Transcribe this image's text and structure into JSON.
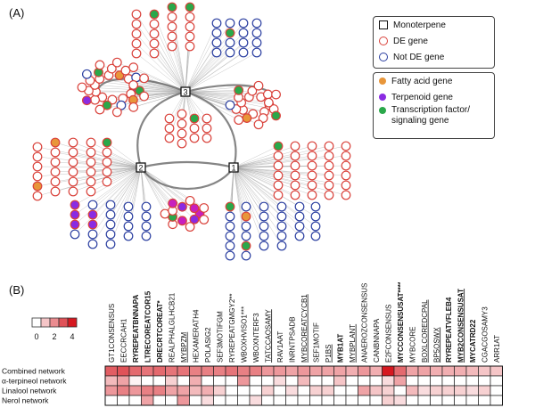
{
  "panels": {
    "a": "(A)",
    "b": "(B)"
  },
  "legend_nodes": [
    {
      "label": "Monoterpene",
      "shape": "square",
      "color": "#111111"
    },
    {
      "label": "DE gene",
      "shape": "ring",
      "color": "#d9413a"
    },
    {
      "label": "Not DE gene",
      "shape": "ring",
      "color": "#2a3ea0"
    }
  ],
  "legend_classes": [
    {
      "label": "Fatty acid gene",
      "color": "#e8963a"
    },
    {
      "label": "Terpenoid gene",
      "color": "#8a2be2"
    },
    {
      "label": "Transcription factor/ signaling gene",
      "color": "#2aa84a"
    }
  ],
  "hubs": [
    "1",
    "2",
    "3"
  ],
  "colors": {
    "de": "#d9413a",
    "notde": "#2a3ea0",
    "fatty": "#e8963a",
    "terpenoid": "#8a2be2",
    "tf": "#2aa84a",
    "magenta": "#c71fbf",
    "edge": "#999999",
    "hub_edge": "#666666"
  },
  "scale": {
    "ticks": [
      "0",
      "2",
      "4"
    ],
    "min": 0,
    "max": 4
  },
  "chart_data": {
    "type": "heatmap",
    "columns": [
      "GT1CONSENSUS",
      "EECCRCAH1",
      "RYREPEATBNNAPA",
      "LTRECOREATCOR15",
      "DRECRTCOREAT*",
      "REALPHALGLHCB21",
      "MYBPZM",
      "HEXAMERATH4",
      "POLASIG2",
      "SEF3MOTIFGM",
      "RYREPEATGMGY2**",
      "WBOXHVISO1***",
      "WBOXNTERF3",
      "TATCCAOSAMY",
      "RAV1AAT",
      "INRNTPSADB",
      "MYBCOREATCYCB1",
      "SEF1MOTIF",
      "P1BS",
      "MYB1AT",
      "MYBPLANT",
      "ANAEROZCONSENSUS",
      "CANBNNAPA",
      "E2FCONSENSUS",
      "MYCCONSENSUSAT****",
      "MYBCORE",
      "BOXLCOREDCPAL",
      "BP5OSWX",
      "RYREPEATVFLEB4",
      "MYB2CONSENSUSAT",
      "MYCATRD22",
      "CGACGOSAMY3",
      "ARR1AT"
    ],
    "bold_columns": [
      2,
      3,
      4,
      19,
      24,
      28,
      29,
      30
    ],
    "underlined_columns": [
      6,
      13,
      16,
      18,
      20,
      26,
      27,
      29
    ],
    "rows": [
      "Combined network",
      "α-terpineol network",
      "Linalool network",
      "Nerol network"
    ],
    "values": [
      [
        2.8,
        3.0,
        2.6,
        2.4,
        2.6,
        2.4,
        2.4,
        2.2,
        2.2,
        2.2,
        2.4,
        2.2,
        2.2,
        1.8,
        1.8,
        1.6,
        1.8,
        1.6,
        1.6,
        1.6,
        1.4,
        1.8,
        1.4,
        4.0,
        2.6,
        1.6,
        1.6,
        1.4,
        1.4,
        1.4,
        1.2,
        1.0,
        1.0
      ],
      [
        1.2,
        1.6,
        0.2,
        0,
        0,
        0.8,
        0,
        1.4,
        0,
        0,
        0,
        1.8,
        0,
        0,
        0.6,
        0,
        1.2,
        0,
        0,
        1.0,
        0,
        0,
        0,
        0.6,
        1.6,
        0,
        0,
        0,
        0,
        0,
        0,
        0,
        0
      ],
      [
        1.8,
        2.2,
        1.8,
        2.2,
        2.2,
        1.6,
        1.6,
        1.2,
        1.4,
        0.8,
        0,
        0,
        0,
        0.8,
        0,
        0.6,
        0,
        0.8,
        0.8,
        0,
        0,
        1.6,
        1.0,
        0.8,
        0,
        1.2,
        0.6,
        0.8,
        0.8,
        0.8,
        0.6,
        0.8,
        0
      ],
      [
        0,
        0,
        0,
        1.6,
        0,
        0,
        1.8,
        0,
        0.6,
        0,
        0,
        0,
        0.6,
        0,
        0,
        0,
        0,
        0,
        0,
        0,
        0,
        0,
        0,
        0.8,
        0.6,
        0,
        0,
        0,
        0,
        0,
        0,
        0,
        0
      ]
    ]
  }
}
